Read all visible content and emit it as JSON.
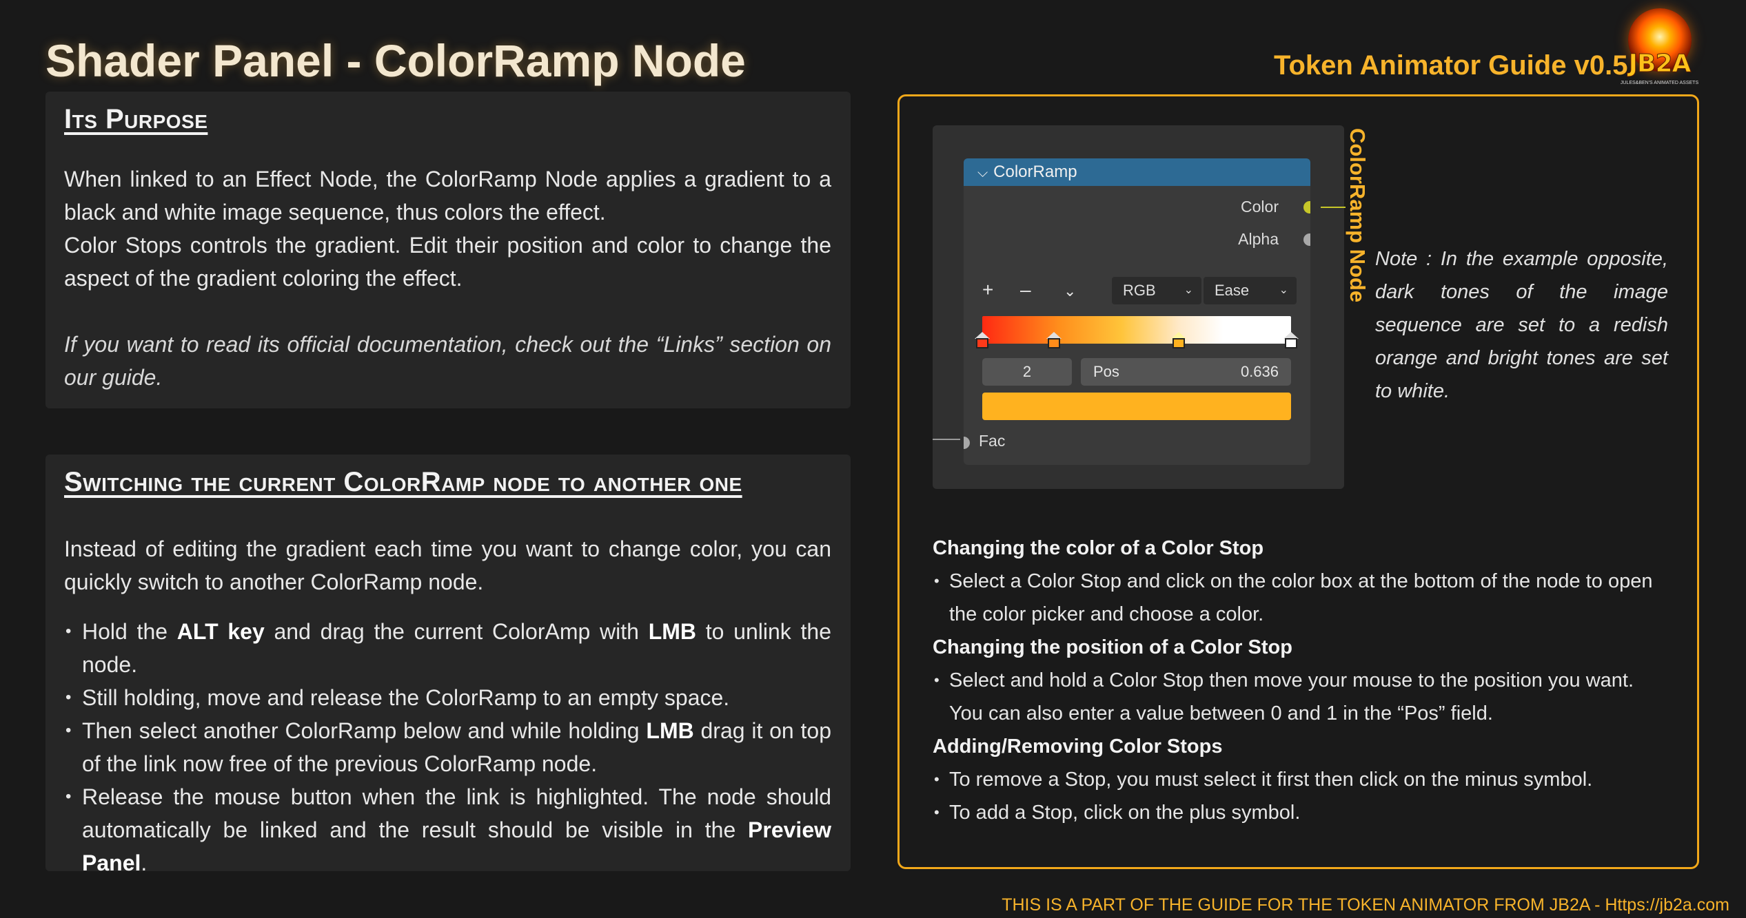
{
  "header": {
    "title": "Shader Panel - ColorRamp Node",
    "guide_title": "Token Animator Guide v0.5",
    "logo_text": "JB2A",
    "logo_subtext": "JULES&BEN'S ANIMATED ASSETS"
  },
  "purpose": {
    "heading": "Its Purpose",
    "paragraph_1": "When linked to an Effect Node, the ColorRamp Node applies a gradient to a black and white image sequence, thus colors the effect.",
    "paragraph_2": "Color Stops controls the gradient. Edit their position and color to change the aspect of the gradient coloring the effect.",
    "paragraph_3": "If you want to read its official documentation, check out the “Links” section on our guide."
  },
  "switching": {
    "heading": "Switching the current ColorRamp node to another one",
    "intro": "Instead of editing the gradient each time you want to change color, you can quickly switch to another ColorRamp node.",
    "items": [
      {
        "a": "Hold the ",
        "b1": "ALT key",
        "c": " and drag the current ColorAmp with ",
        "b2": "LMB",
        "d": " to unlink the node."
      },
      {
        "a": "Still holding, move and release the ColorRamp to an empty space."
      },
      {
        "a": "Then select another ColorRamp below and while holding ",
        "b1": "LMB",
        "c": " drag it on top of the link now free of the previous ColorRamp node."
      },
      {
        "a": "Release the mouse button when the link is highlighted. The node should automatically be linked and the result should be visible in the ",
        "b1": "Preview Panel",
        "c": "."
      }
    ]
  },
  "node": {
    "title": "ColorRamp",
    "socket_color": "Color",
    "socket_alpha": "Alpha",
    "plus": "+",
    "minus": "–",
    "more": "⌄",
    "color_mode": "RGB",
    "interpolation": "Ease",
    "stop_index": "2",
    "pos_label": "Pos",
    "pos_value": "0.636",
    "input_fac": "Fac",
    "stop_positions": [
      0.0,
      0.232,
      0.636,
      1.0
    ],
    "stop_colors": [
      "#ff3a1a",
      "#ff8c1a",
      "#ffb21f",
      "#ffffff"
    ],
    "active_color": "#ffb21f",
    "header_color": "#2d6a94"
  },
  "vertical_label": "ColorRamp Node",
  "note": "Note : In the example opposite, dark tones of the image sequence are set to a redish orange and bright tones are set to white.",
  "instructions": [
    {
      "heading": "Changing the color of a Color Stop",
      "items": [
        "Select a Color Stop and click on the color box at the bottom of the node to open the color picker and choose a color."
      ]
    },
    {
      "heading": "Changing the position of a Color Stop",
      "items": [
        "Select and hold a Color Stop then move your mouse to the position you want. You can also enter a value between 0 and 1 in the “Pos” field."
      ]
    },
    {
      "heading": "Adding/Removing Color Stops",
      "items": [
        "To remove a Stop, you must select it first then click on the minus symbol.",
        "To add a Stop, click on the plus symbol."
      ]
    }
  ],
  "footer": "THIS IS A PART OF THE GUIDE FOR THE TOKEN ANIMATOR FROM JB2A - Https://jb2a.com",
  "colors": {
    "accent": "#f7b32b",
    "background": "#191919",
    "panel": "#262626"
  }
}
